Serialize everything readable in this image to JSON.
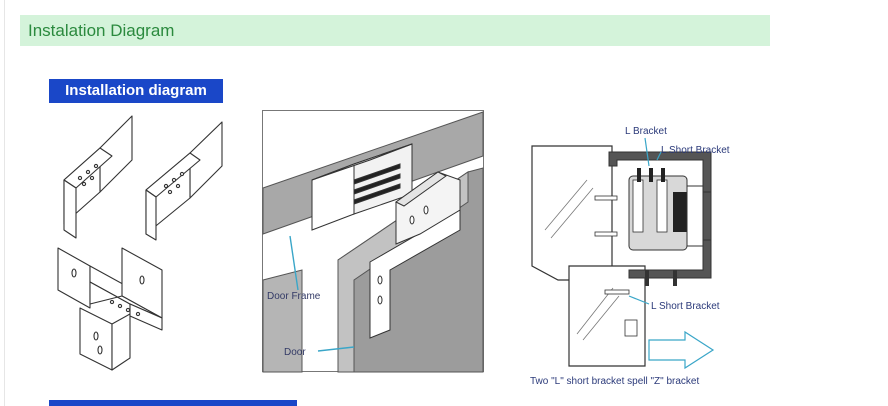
{
  "section": {
    "title": "Instalation Diagram"
  },
  "diagram": {
    "badge": "Installation diagram",
    "panel_middle": {
      "door_frame_label": "Door Frame",
      "door_label": "Door"
    },
    "panel_right": {
      "l_bracket_label": "L Bracket",
      "l_short_bracket_top_label": "L Short Bracket",
      "l_short_bracket_bottom_label": "L Short Bracket",
      "caption": "Two \"L\" short bracket spell  \"Z\" bracket"
    }
  },
  "colors": {
    "header_bg": "#d4f3da",
    "header_text": "#2b8a3e",
    "badge_bg": "#1a47c8",
    "label_text": "#2b3a7a",
    "leader_line": "#3aa6c8"
  }
}
